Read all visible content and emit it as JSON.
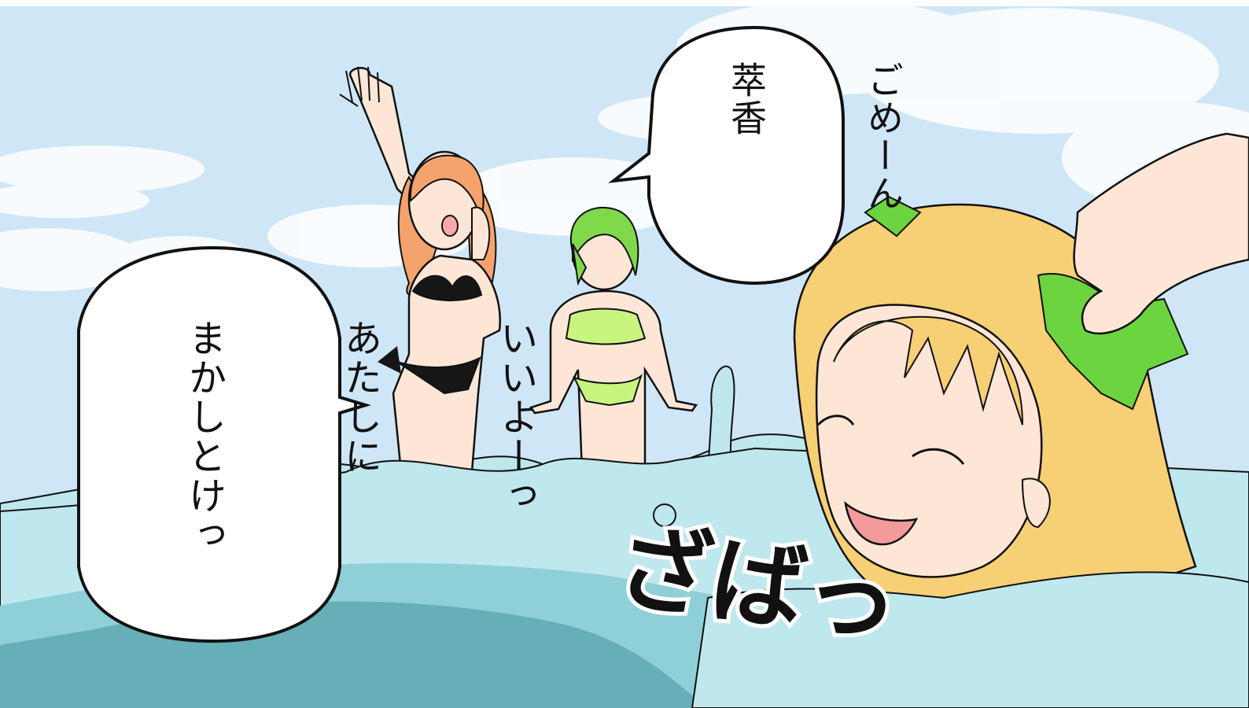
{
  "panel": {
    "speech_right": {
      "lines": [
        "ごめーん",
        "萃香"
      ]
    },
    "speech_left": {
      "lines": [
        "いいよーっ",
        "あたしに",
        "まかしとけっ"
      ]
    },
    "sound_effect": {
      "text": "ざばっ"
    }
  },
  "colors": {
    "sky": "#cfe6f6",
    "cloud": "#ffffff",
    "water_light": "#bfe7ee",
    "water_mid": "#8fcfd8",
    "water_dark": "#66aeb8",
    "skin": "#fde6d6",
    "hair_orange": "#f3a36b",
    "hair_green": "#7fd94a",
    "hair_blonde": "#f7cf74",
    "swimsuit_black": "#161616",
    "swimsuit_lime": "#c8f57d",
    "ribbon_green": "#6bd43f",
    "outline": "#111111"
  }
}
